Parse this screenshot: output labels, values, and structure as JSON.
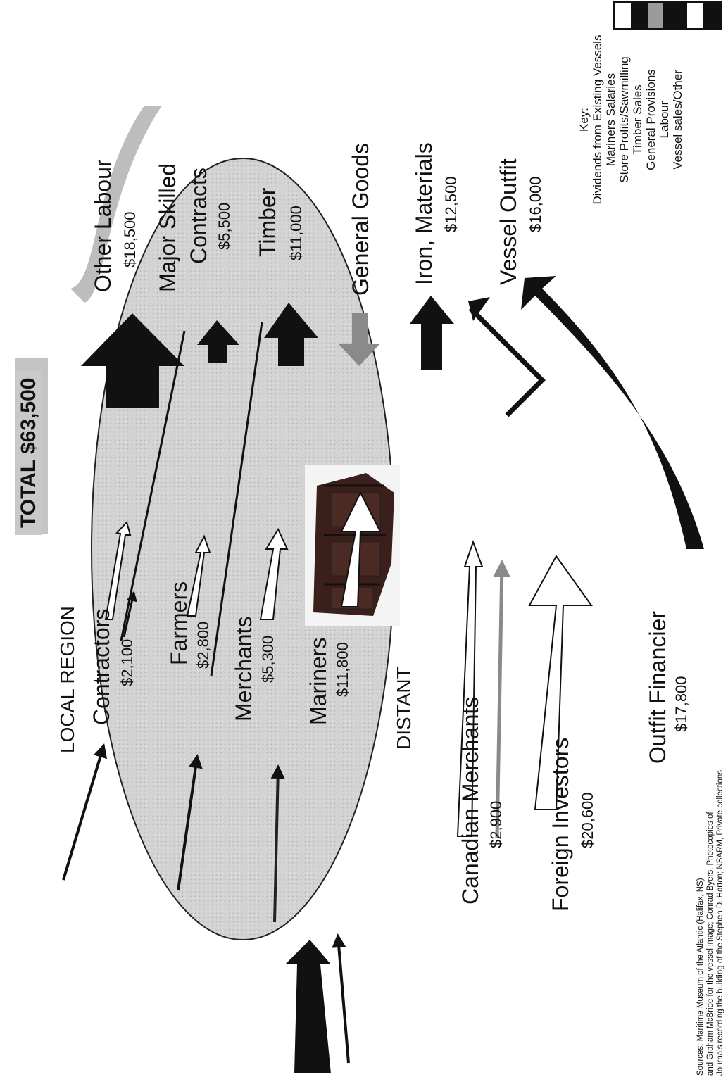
{
  "title": "TOTAL $63,500",
  "local_region_label": "LOCAL REGION",
  "distant_label": "DISTANT",
  "sources": {
    "local": [
      {
        "name": "Contractors",
        "amount": "$2,100"
      },
      {
        "name": "Farmers",
        "amount": "$2,800"
      },
      {
        "name": "Merchants",
        "amount": "$5,300"
      },
      {
        "name": "Mariners",
        "amount": "$11,800"
      }
    ],
    "distant": [
      {
        "name": "Canadian Merchants",
        "amount": "$2,900"
      },
      {
        "name": "Foreign Investors",
        "amount": "$20,600"
      },
      {
        "name": "Outfit Financier",
        "amount": "$17,800"
      }
    ]
  },
  "outputs": [
    {
      "name": "Other Labour",
      "amount": "$18,500"
    },
    {
      "name": "Major Skilled",
      "name2": "Contracts",
      "amount": "$5,500"
    },
    {
      "name": "Timber",
      "amount": "$11,000"
    },
    {
      "name": "General Goods",
      "amount": ""
    },
    {
      "name": "Iron, Materials",
      "amount": "$12,500"
    },
    {
      "name": "Vessel Outfit",
      "amount": "$16,000"
    }
  ],
  "key": {
    "title": "Key:",
    "items": [
      "Dividends from Existing Vessels",
      "Mariners Salaries",
      "Store Profits/Sawmilling",
      "Timber Sales",
      "General Provisions",
      "Labour",
      "Vessel sales/Other"
    ]
  },
  "sources_note": [
    "Sources: Maritime Museum of the Atlantic (Halifax, NS)",
    "and Graham McBride for the vessel image; Conrad Byers, Photocopies of",
    "Journals recording the building of the Stephen D. Horton; NSARM, Private collections,"
  ],
  "colors": {
    "black": "#111111",
    "gray": "#8a8a8a",
    "ellipse_fill": "#d6d6d6",
    "arc_gray": "#bdbdbd"
  }
}
